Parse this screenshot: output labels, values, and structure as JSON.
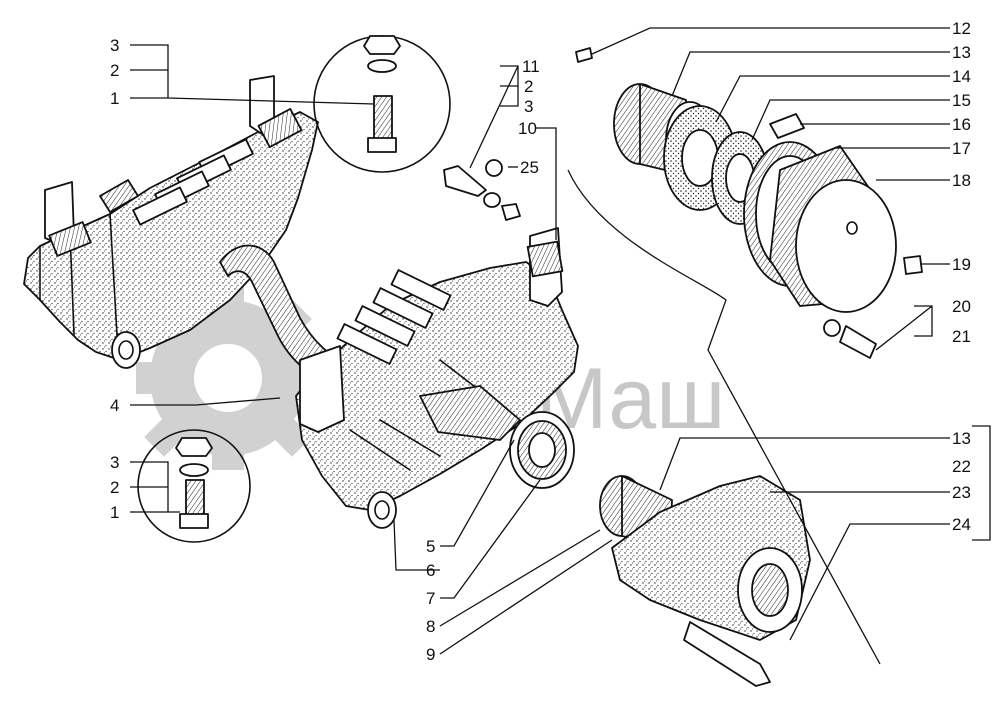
{
  "watermark": {
    "text": "СпецМаш",
    "color": "#9a9a9a"
  },
  "callouts": {
    "c12": "12",
    "c13a": "13",
    "c14": "14",
    "c15": "15",
    "c16": "16",
    "c17": "17",
    "c18": "18",
    "c19": "19",
    "c20": "20",
    "c21": "21",
    "c13b": "13",
    "c22": "22",
    "c23": "23",
    "c24": "24",
    "c11": "11",
    "c2a": "2",
    "c3a": "3",
    "c10": "10",
    "c25": "25",
    "c3b": "3",
    "c2b": "2",
    "c1b": "1",
    "c4": "4",
    "c3c": "3",
    "c2c": "2",
    "c1c": "1",
    "c5": "5",
    "c6": "6",
    "c7": "7",
    "c8": "8",
    "c9": "9"
  }
}
